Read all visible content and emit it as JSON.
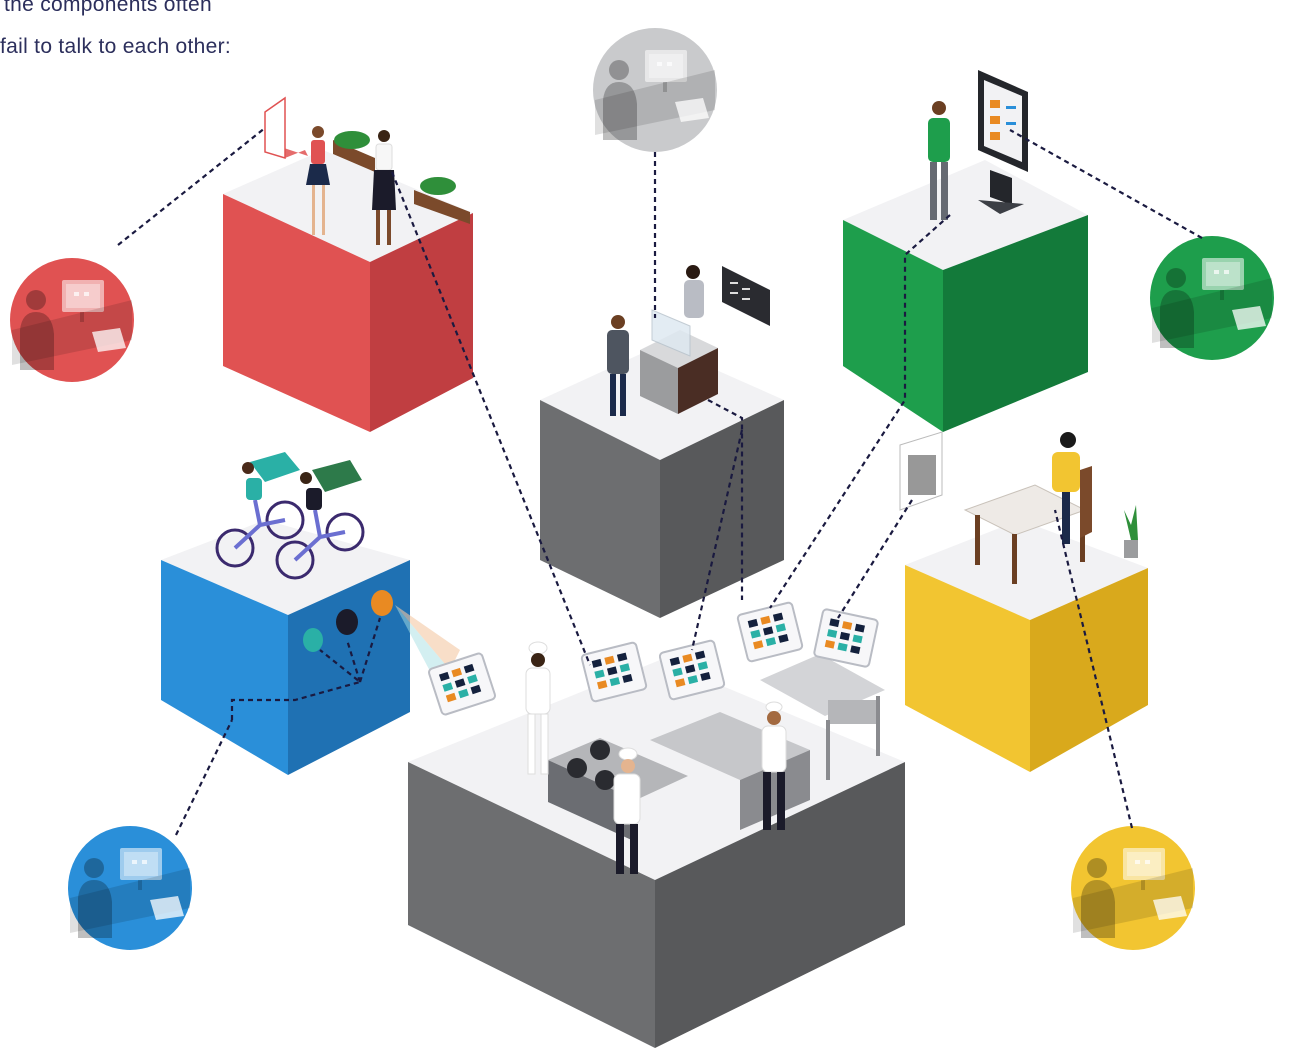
{
  "caption": {
    "line1": "the components often",
    "line2": "fail to talk to each other:"
  },
  "colors": {
    "red": "#e05252",
    "green": "#1e9e4c",
    "blue": "#2a8fd9",
    "yellow": "#f2c531",
    "gray": "#6d6e70",
    "top": "#f2f2f4",
    "ink": "#1a1a40"
  },
  "nodes": [
    {
      "id": "pickup",
      "color": "red",
      "scene": "two people at a pickup counter with planters"
    },
    {
      "id": "front-counter",
      "color": "gray",
      "scene": "customer and cashier at a point-of-sale counter"
    },
    {
      "id": "kiosk",
      "color": "green",
      "scene": "customer at a self-order kiosk"
    },
    {
      "id": "delivery",
      "color": "blue",
      "scene": "two delivery cyclists"
    },
    {
      "id": "table-ordering",
      "color": "yellow",
      "scene": "diner at a table with a QR code"
    },
    {
      "id": "kitchen",
      "color": "gray",
      "scene": "chefs in a kitchen with order screens"
    }
  ],
  "workstations": [
    {
      "id": "red",
      "color": "red"
    },
    {
      "id": "gray",
      "color": "gray"
    },
    {
      "id": "green",
      "color": "green"
    },
    {
      "id": "blue",
      "color": "blue"
    },
    {
      "id": "yellow",
      "color": "yellow"
    }
  ]
}
